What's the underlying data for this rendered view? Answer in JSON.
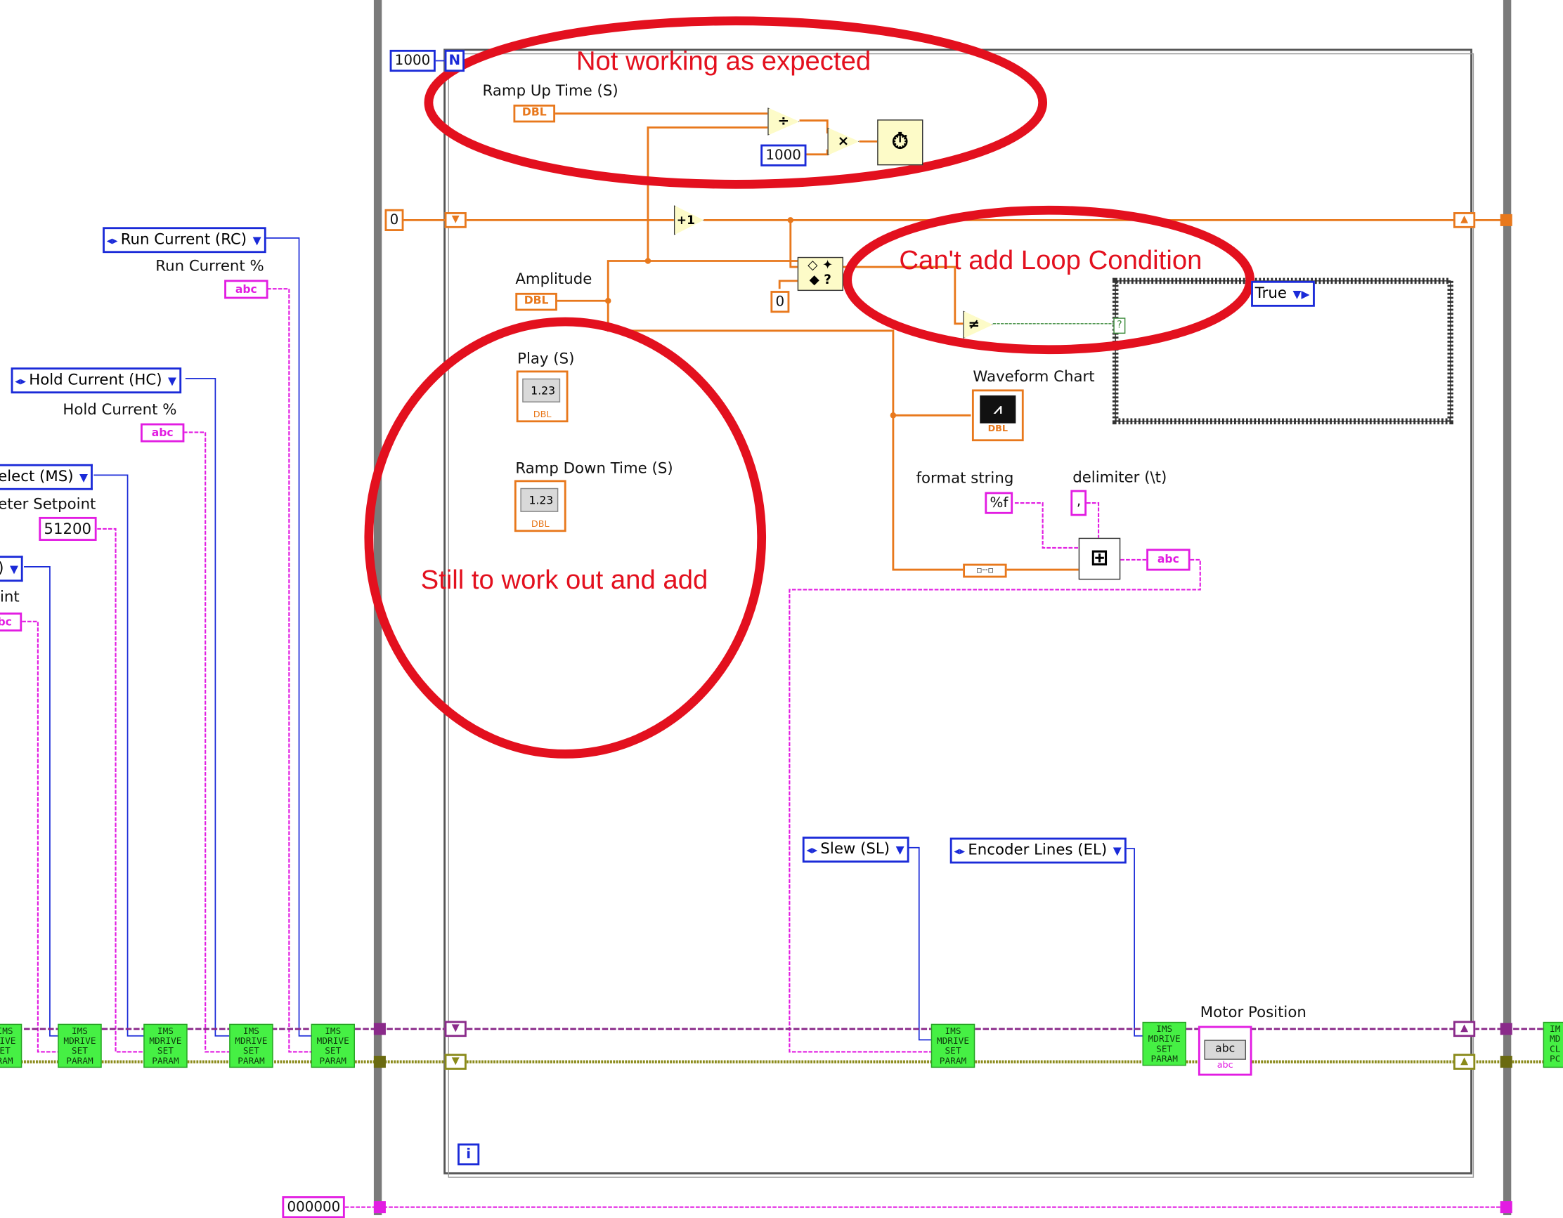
{
  "annotations": {
    "top": "Not working as expected",
    "right": "Can't add Loop Condition",
    "left": "Still to work out and add"
  },
  "loop": {
    "count_value": "1000",
    "count_terminal": "N",
    "iteration_terminal": "i",
    "shift_init": "0"
  },
  "controls": {
    "ramp_up_label": "Ramp Up Time (S)",
    "ramp_up_type": "DBL",
    "amplitude_label": "Amplitude",
    "amplitude_type": "DBL",
    "play_label": "Play (S)",
    "play_value": "1.23",
    "play_type": "DBL",
    "ramp_down_label": "Ramp Down Time (S)",
    "ramp_down_value": "1.23",
    "ramp_down_type": "DBL"
  },
  "constants": {
    "ms_multiplier": "1000",
    "compare_zero": "0",
    "format_string_label": "format string",
    "format_string": "%f",
    "delimiter_label": "delimiter (\\t)",
    "delimiter": ",",
    "bottom_string": "000000",
    "case_selector": "True"
  },
  "chart": {
    "label": "Waveform Chart",
    "type": "DBL"
  },
  "parameters": {
    "run_current_ring": "Run Current (RC)",
    "run_current_pct_label": "Run Current %",
    "hold_current_ring": "Hold Current (HC)",
    "hold_current_pct_label": "Hold Current %",
    "microstep_ring": "elect (MS)",
    "setpoint_label": "eter Setpoint",
    "setpoint_value": "51200",
    "partial_ring": ")",
    "partial_label": "int",
    "string_tag": "abc",
    "slew_ring": "Slew (SL)",
    "encoder_ring": "Encoder Lines (EL)"
  },
  "subvi_text": "IMS\nMDRIVE\nSET\nPARAM",
  "subvi_partial_left": "IMS\nRIVE\nET\nRAM",
  "subvi_partial_right": "IM\nMD\nCL\nPC",
  "motor": {
    "label": "Motor Position",
    "value": "abc",
    "tag": "abc"
  },
  "colors": {
    "annotation_red": "#e3101e",
    "numeric_orange": "#e8781c",
    "enum_blue": "#1a2ad8",
    "string_pink": "#e21ce2",
    "subvi_green": "#46f044",
    "error_wire": "#8a8a1a",
    "frame_gray": "#7a7a7a"
  }
}
